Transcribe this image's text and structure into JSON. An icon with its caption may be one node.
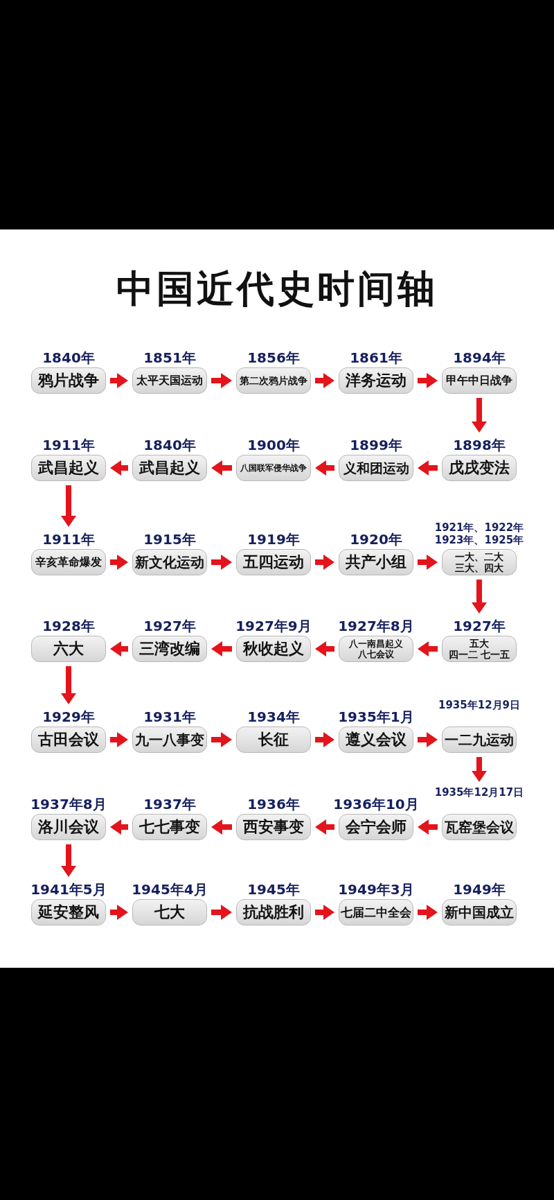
{
  "diagram": {
    "title": "中国近代史时间轴",
    "nodes": [
      {
        "text": [
          "鸦片战争"
        ],
        "beside": [
          "1840年"
        ]
      },
      {
        "text": [
          "太平天国运动"
        ],
        "beside": [
          "1851年"
        ]
      },
      {
        "text": [
          "第二次鸦片战争"
        ],
        "beside": [
          "1856年"
        ]
      },
      {
        "text": [
          "洋务运动"
        ],
        "beside": [
          "1861年"
        ]
      },
      {
        "text": [
          "甲午中日战争"
        ],
        "beside": [
          "1894年"
        ]
      },
      {
        "text": [
          "武昌起义"
        ],
        "beside": [
          "1911年"
        ]
      },
      {
        "text": [
          "武昌起义"
        ],
        "beside": [
          "1840年"
        ]
      },
      {
        "text": [
          "八国联军侵华战争"
        ],
        "beside": [
          "1900年"
        ]
      },
      {
        "text": [
          "义和团运动"
        ],
        "beside": [
          "1899年"
        ]
      },
      {
        "text": [
          "戊戌变法"
        ],
        "beside": [
          "1898年"
        ]
      },
      {
        "text": [
          "辛亥革命爆发"
        ],
        "beside": [
          "1911年"
        ]
      },
      {
        "text": [
          "新文化运动"
        ],
        "beside": [
          "1915年"
        ]
      },
      {
        "text": [
          "五四运动"
        ],
        "beside": [
          "1919年"
        ]
      },
      {
        "text": [
          "共产小组"
        ],
        "beside": [
          "1920年"
        ]
      },
      {
        "text": [
          "一大、二大三大、四大"
        ],
        "beside": [
          "1921年、1922年1923年、1925年"
        ]
      },
      {
        "text": [
          "六大"
        ],
        "beside": [
          "1928年"
        ]
      },
      {
        "text": [
          "三湾改编"
        ],
        "beside": [
          "1927年"
        ]
      },
      {
        "text": [
          "秋收起义"
        ],
        "beside": [
          "1927年9月"
        ]
      },
      {
        "text": [
          "八一南昌起义八七会议"
        ],
        "beside": [
          "1927年8月"
        ]
      },
      {
        "text": [
          "五大",
          "四一二 七一五"
        ],
        "beside": [
          "1927年"
        ]
      },
      {
        "text": [
          "古田会议"
        ],
        "beside": [
          "1929年"
        ]
      },
      {
        "text": [
          "九一八事变"
        ],
        "beside": [
          "1931年"
        ]
      },
      {
        "text": [
          "长征"
        ],
        "beside": [
          "1934年"
        ]
      },
      {
        "text": [
          "遵义会议"
        ],
        "beside": [
          "1935年1月"
        ]
      },
      {
        "text": [
          "一二九运动"
        ],
        "beside": [
          "1935年12月9日"
        ]
      },
      {
        "text": [
          "洛川会议"
        ],
        "beside": [
          "1937年8月"
        ]
      },
      {
        "text": [
          "七七事变"
        ],
        "beside": [
          "1937年"
        ]
      },
      {
        "text": [
          "西安事变"
        ],
        "beside": [
          "1936年"
        ]
      },
      {
        "text": [
          "会宁会师"
        ],
        "beside": [
          "1936年10月"
        ]
      },
      {
        "text": [
          "瓦窑堡会议"
        ],
        "beside": [
          "1935年12月17日"
        ]
      },
      {
        "text": [
          "延安整风"
        ],
        "beside": [
          "1941年5月"
        ]
      },
      {
        "text": [
          "七大"
        ],
        "beside": [
          "1945年4月"
        ]
      },
      {
        "text": [
          "抗战胜利"
        ],
        "beside": [
          "1945年"
        ]
      },
      {
        "text": [
          "七届二中全会"
        ],
        "beside": [
          "1949年3月"
        ]
      },
      {
        "text": [
          "新中国成立"
        ],
        "beside": [
          "1949年"
        ]
      }
    ],
    "edges": [
      {
        "from": 0,
        "to": 1,
        "arrow": "to"
      },
      {
        "from": 1,
        "to": 2,
        "arrow": "to"
      },
      {
        "from": 2,
        "to": 3,
        "arrow": "to"
      },
      {
        "from": 3,
        "to": 4,
        "arrow": "to"
      },
      {
        "from": 4,
        "to": 9,
        "arrow": "to"
      },
      {
        "from": 9,
        "to": 8,
        "arrow": "to"
      },
      {
        "from": 8,
        "to": 7,
        "arrow": "to"
      },
      {
        "from": 7,
        "to": 6,
        "arrow": "to"
      },
      {
        "from": 6,
        "to": 5,
        "arrow": "to"
      },
      {
        "from": 5,
        "to": 10,
        "arrow": "to"
      },
      {
        "from": 10,
        "to": 11,
        "arrow": "to"
      },
      {
        "from": 11,
        "to": 12,
        "arrow": "to"
      },
      {
        "from": 12,
        "to": 13,
        "arrow": "to"
      },
      {
        "from": 13,
        "to": 14,
        "arrow": "to"
      },
      {
        "from": 14,
        "to": 19,
        "arrow": "to"
      },
      {
        "from": 19,
        "to": 18,
        "arrow": "to"
      },
      {
        "from": 18,
        "to": 17,
        "arrow": "to"
      },
      {
        "from": 17,
        "to": 16,
        "arrow": "to"
      },
      {
        "from": 16,
        "to": 15,
        "arrow": "to"
      },
      {
        "from": 15,
        "to": 20,
        "arrow": "to"
      },
      {
        "from": 20,
        "to": 21,
        "arrow": "to"
      },
      {
        "from": 21,
        "to": 22,
        "arrow": "to"
      },
      {
        "from": 22,
        "to": 23,
        "arrow": "to"
      },
      {
        "from": 23,
        "to": 24,
        "arrow": "to"
      },
      {
        "from": 24,
        "to": 29,
        "arrow": "to"
      },
      {
        "from": 29,
        "to": 28,
        "arrow": "to"
      },
      {
        "from": 28,
        "to": 27,
        "arrow": "to"
      },
      {
        "from": 27,
        "to": 26,
        "arrow": "to"
      },
      {
        "from": 26,
        "to": 25,
        "arrow": "to"
      },
      {
        "from": 25,
        "to": 30,
        "arrow": "to"
      },
      {
        "from": 30,
        "to": 31,
        "arrow": "to"
      },
      {
        "from": 31,
        "to": 32,
        "arrow": "to"
      },
      {
        "from": 32,
        "to": 33,
        "arrow": "to"
      },
      {
        "from": 33,
        "to": 34,
        "arrow": "to"
      }
    ]
  }
}
